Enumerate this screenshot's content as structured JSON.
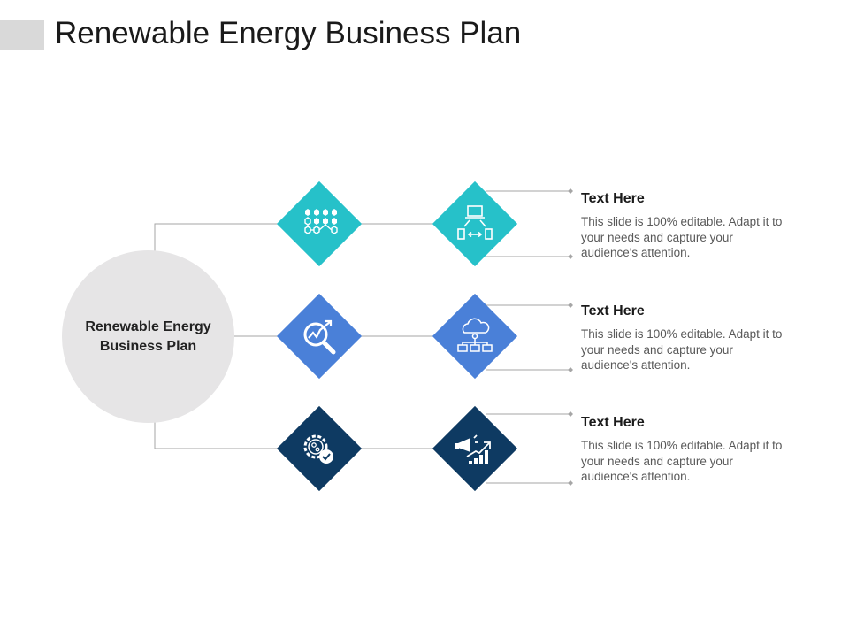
{
  "slide": {
    "title": "Renewable Energy Business Plan"
  },
  "hub": {
    "label_line1": "Renewable Energy",
    "label_line2": "Business Plan"
  },
  "colors": {
    "teal": "#26c1c9",
    "blue": "#4a80d8",
    "navy": "#0e3a62",
    "hub_fill": "#e6e5e6",
    "connector": "#a6a6a6"
  },
  "rows": [
    {
      "color": "#26c1c9",
      "left_icon": "network-nodes-icon",
      "right_icon": "computer-network-icon",
      "heading": "Text Here",
      "body": "This slide is 100% editable. Adapt it to your needs and capture your audience's attention."
    },
    {
      "color": "#4a80d8",
      "left_icon": "analytics-magnifier-icon",
      "right_icon": "cloud-network-icon",
      "heading": "Text Here",
      "body": "This slide is 100% editable. Adapt it to your needs and capture your audience's attention."
    },
    {
      "color": "#0e3a62",
      "left_icon": "gear-check-icon",
      "right_icon": "megaphone-growth-icon",
      "heading": "Text Here",
      "body": "This slide is 100% editable. Adapt it to your needs and capture your audience's attention."
    }
  ]
}
